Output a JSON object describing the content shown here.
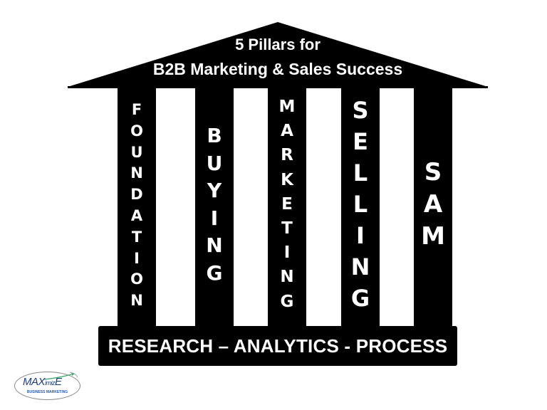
{
  "roof": {
    "title_line1": "5 Pillars for",
    "title_line2": "B2B Marketing & Sales Success",
    "color": "#000000",
    "text_color": "#ffffff"
  },
  "pillars": [
    {
      "label": "FOUNDATION",
      "letters": [
        "F",
        "O",
        "U",
        "N",
        "D",
        "A",
        "T",
        "I",
        "O",
        "N"
      ]
    },
    {
      "label": "BUYING",
      "letters": [
        "B",
        "U",
        "Y",
        "I",
        "N",
        "G"
      ]
    },
    {
      "label": "MARKETING",
      "letters": [
        "M",
        "A",
        "R",
        "K",
        "E",
        "T",
        "I",
        "N",
        "G"
      ]
    },
    {
      "label": "SELLING",
      "letters": [
        "S",
        "E",
        "L",
        "L",
        "I",
        "N",
        "G"
      ]
    },
    {
      "label": "SAM",
      "letters": [
        "S",
        "A",
        "M"
      ]
    }
  ],
  "base": {
    "text": "RESEARCH – ANALYTICS - PROCESS"
  },
  "logo": {
    "main_prefix": "MAX",
    "main_middle": "imiz",
    "main_suffix": "E",
    "subtitle": "BUSINESS MARKETING",
    "brand_color": "#1e3d7b",
    "accent_color": "#3aa86b"
  }
}
